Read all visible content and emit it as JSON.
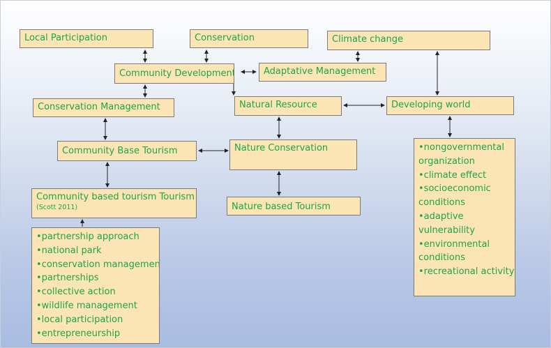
{
  "nodes": {
    "local_participation": "Local Participation",
    "conservation": "Conservation",
    "climate_change": "Climate change",
    "community_development": "Community Development",
    "adaptative_management": "Adaptative Management",
    "conservation_management": "Conservation Management",
    "natural_resource": "Natural Resource",
    "developing_world": "Developing world",
    "community_base_tourism": "Community Base Tourism",
    "nature_conservation": "Nature Conservation",
    "community_based_tourism": "Community based tourism Tourism",
    "community_based_tourism_ref": "(Scott 2011)",
    "nature_based_tourism": "Nature based Tourism"
  },
  "left_list": [
    "•partnership approach",
    "•national park",
    "•conservation management",
    "•partnerships",
    "•collective action",
    "•wildlife management",
    "•local participation",
    "•entrepreneurship"
  ],
  "right_list": [
    "•nongovernmental",
    "organization",
    "•climate effect",
    "•socioeconomic",
    "conditions",
    "•adaptive",
    "vulnerability",
    "•environmental",
    "conditions",
    "•recreational activity"
  ],
  "colors": {
    "box_fill": "#fbe5b4",
    "text": "#1ea44a",
    "arrow": "#222222"
  }
}
